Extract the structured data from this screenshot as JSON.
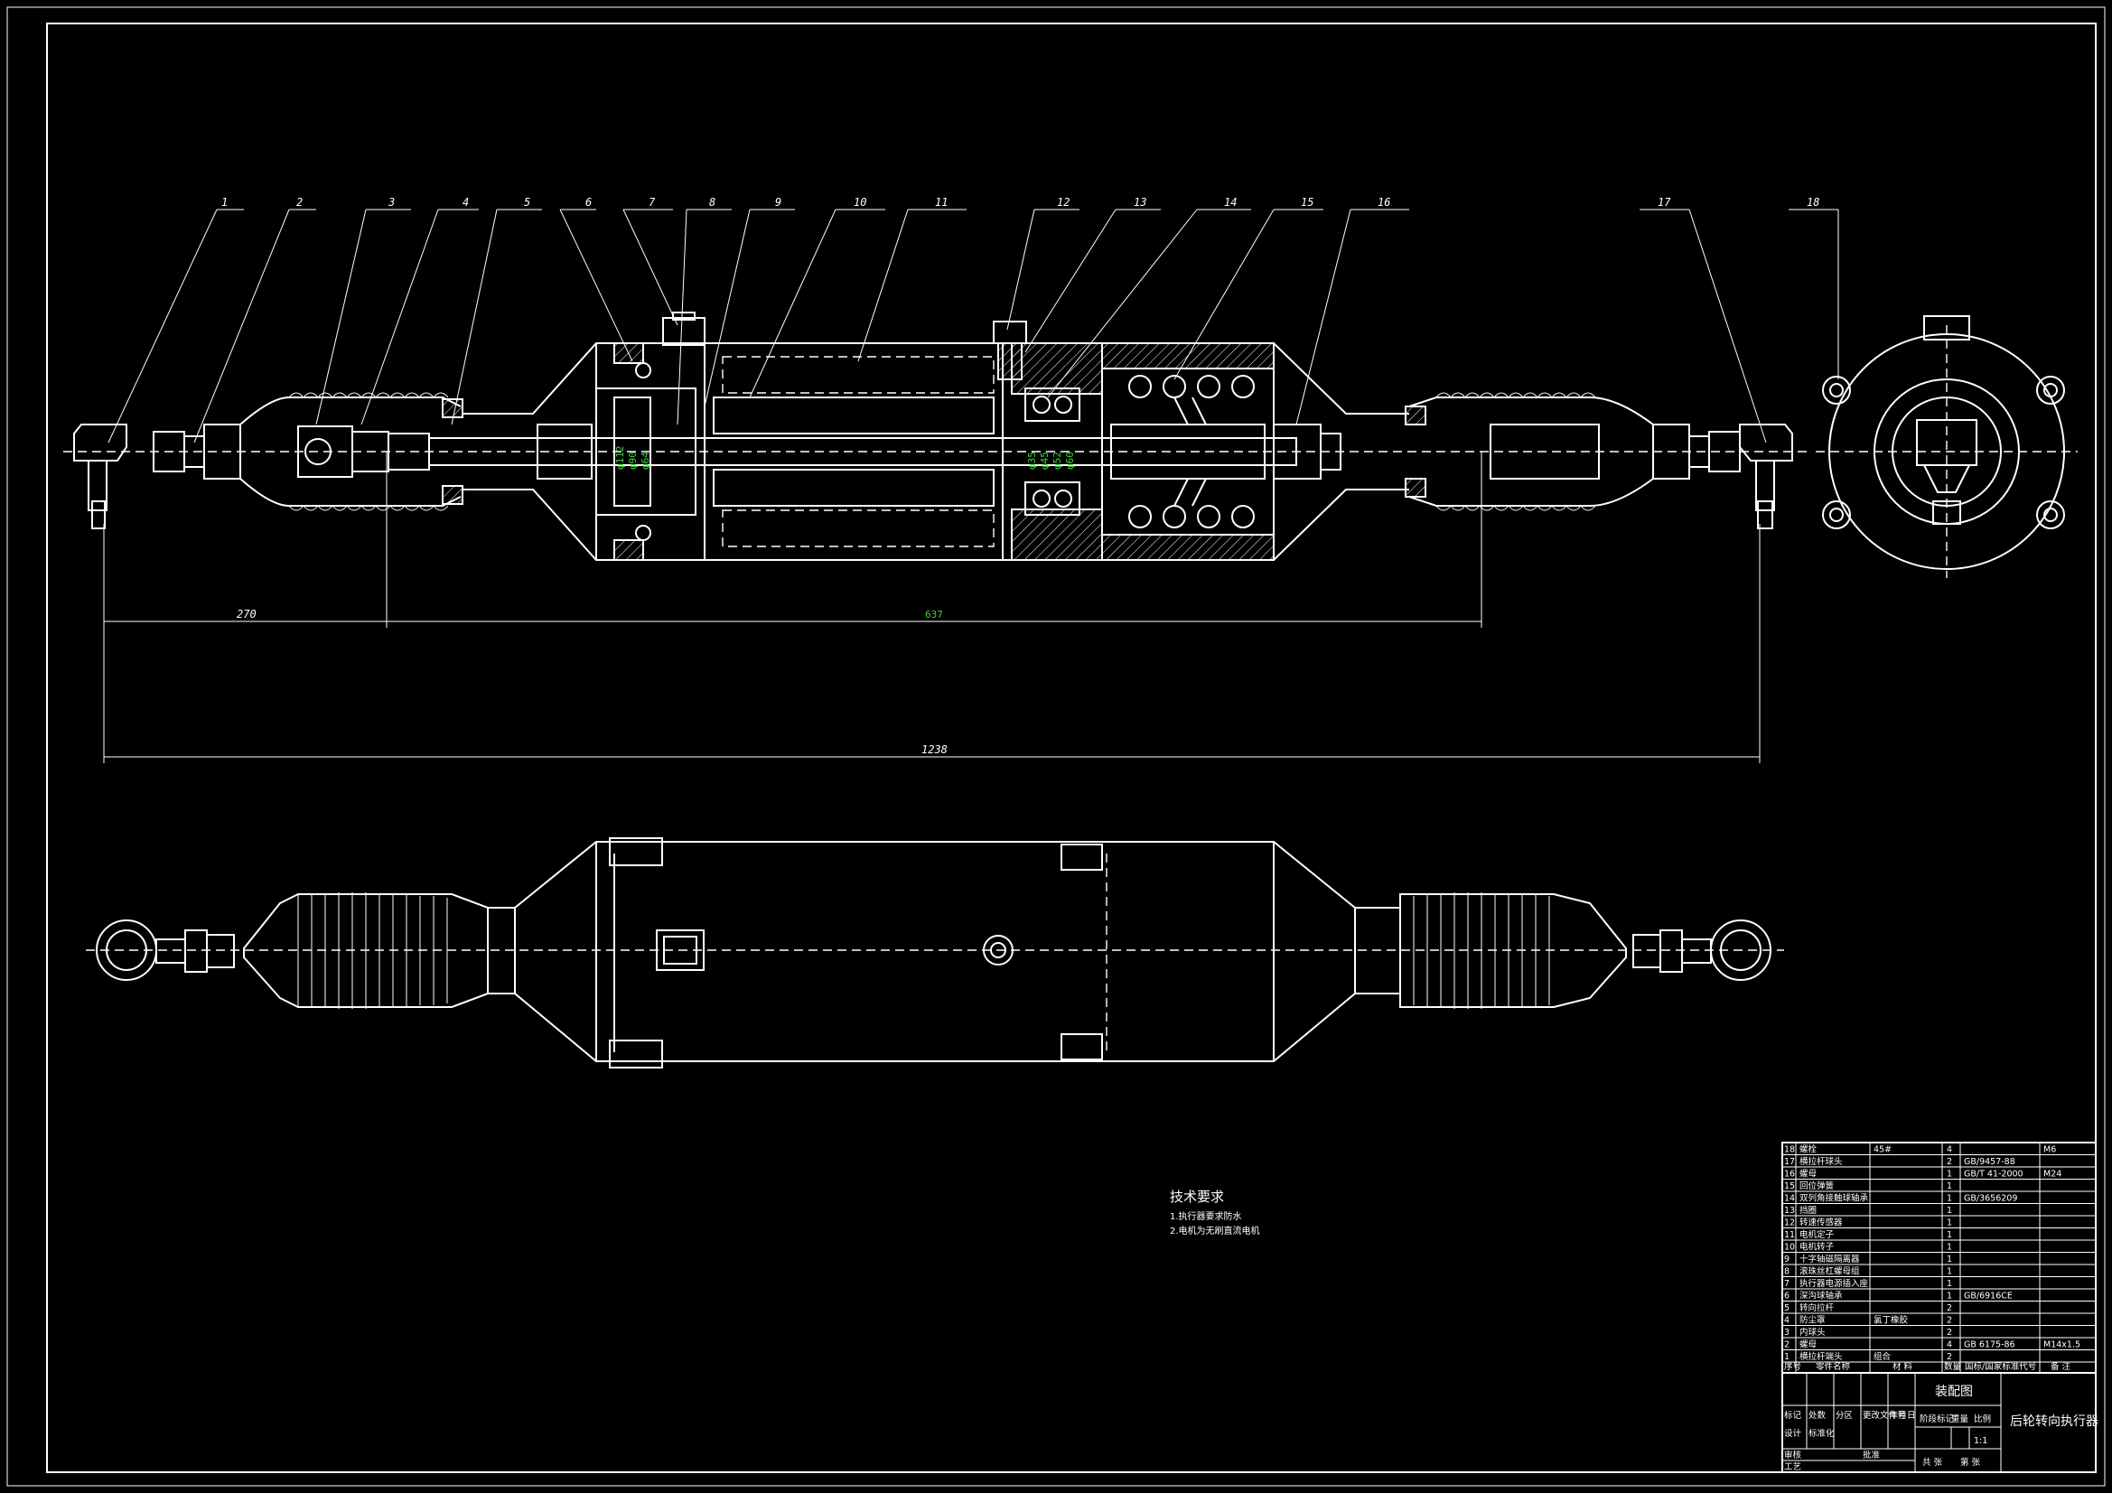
{
  "parts_callouts": [
    "1",
    "2",
    "3",
    "4",
    "5",
    "6",
    "7",
    "8",
    "9",
    "10",
    "11",
    "12",
    "13",
    "14",
    "15",
    "16",
    "17",
    "18"
  ],
  "dimensions": {
    "left": "270",
    "center": "637",
    "overall": "1238"
  },
  "section_labels": {
    "d1": "φ112",
    "d2": "φ90",
    "d3": "φ64",
    "d4": "φ35",
    "d5": "φ45",
    "d6": "φ52",
    "d7": "φ60"
  },
  "tech_requirements": {
    "title": "技术要求",
    "line1": "1.执行器要求防水",
    "line2": "2.电机为无刷直流电机"
  },
  "bom": [
    {
      "no": "18",
      "name": "螺栓",
      "material": "45#",
      "qty": "4",
      "std": "",
      "note": "M6"
    },
    {
      "no": "17",
      "name": "横拉杆球头",
      "material": "",
      "qty": "2",
      "std": "GB/9457-88",
      "note": ""
    },
    {
      "no": "16",
      "name": "螺母",
      "material": "",
      "qty": "1",
      "std": "GB/T 41-2000",
      "note": "M24"
    },
    {
      "no": "15",
      "name": "回位弹簧",
      "material": "",
      "qty": "1",
      "std": "",
      "note": ""
    },
    {
      "no": "14",
      "name": "双列角接触球轴承",
      "material": "",
      "qty": "1",
      "std": "GB/3656209",
      "note": ""
    },
    {
      "no": "13",
      "name": "挡圈",
      "material": "",
      "qty": "1",
      "std": "",
      "note": ""
    },
    {
      "no": "12",
      "name": "转速传感器",
      "material": "",
      "qty": "1",
      "std": "",
      "note": ""
    },
    {
      "no": "11",
      "name": "电机定子",
      "material": "",
      "qty": "1",
      "std": "",
      "note": ""
    },
    {
      "no": "10",
      "name": "电机转子",
      "material": "",
      "qty": "1",
      "std": "",
      "note": ""
    },
    {
      "no": "9",
      "name": "十字轴磁隔离器",
      "material": "",
      "qty": "1",
      "std": "",
      "note": ""
    },
    {
      "no": "8",
      "name": "滚珠丝杠螺母组",
      "material": "",
      "qty": "1",
      "std": "",
      "note": ""
    },
    {
      "no": "7",
      "name": "执行器电源插入座",
      "material": "",
      "qty": "1",
      "std": "",
      "note": ""
    },
    {
      "no": "6",
      "name": "深沟球轴承",
      "material": "",
      "qty": "1",
      "std": "GB/6916CE",
      "note": ""
    },
    {
      "no": "5",
      "name": "转向拉杆",
      "material": "",
      "qty": "2",
      "std": "",
      "note": ""
    },
    {
      "no": "4",
      "name": "防尘罩",
      "material": "氯丁橡胶",
      "qty": "2",
      "std": "",
      "note": ""
    },
    {
      "no": "3",
      "name": "内球头",
      "material": "",
      "qty": "2",
      "std": "",
      "note": ""
    },
    {
      "no": "2",
      "name": "螺母",
      "material": "",
      "qty": "4",
      "std": "GB 6175-86",
      "note": "M14x1.5"
    },
    {
      "no": "1",
      "name": "横拉杆端头",
      "material": "组合",
      "qty": "2",
      "std": "",
      "note": ""
    }
  ],
  "bom_header": {
    "no": "序号",
    "name": "零件名称",
    "material": "材  料",
    "qty": "数量",
    "std": "国标/国家标准代号",
    "note": "备 注"
  },
  "title_block": {
    "drawing_type": "装配图",
    "drawing_name": "后轮转向执行器",
    "scale_label": "比例",
    "scale": "1:1",
    "weight_label": "重量",
    "stage_label": "阶段标记",
    "sheet_total": "共 张",
    "sheet_no": "第 张",
    "design": "设计",
    "check": "审核",
    "process": "工艺",
    "std_check": "标准化",
    "approve": "批准",
    "mark": "标记",
    "count": "处数",
    "zone": "分区",
    "change": "更改文件号",
    "sign": "签名",
    "date": "年月日"
  },
  "colors": {
    "line": "#ffffff",
    "dimension_accent": "#3fd23f",
    "background": "#000000"
  }
}
